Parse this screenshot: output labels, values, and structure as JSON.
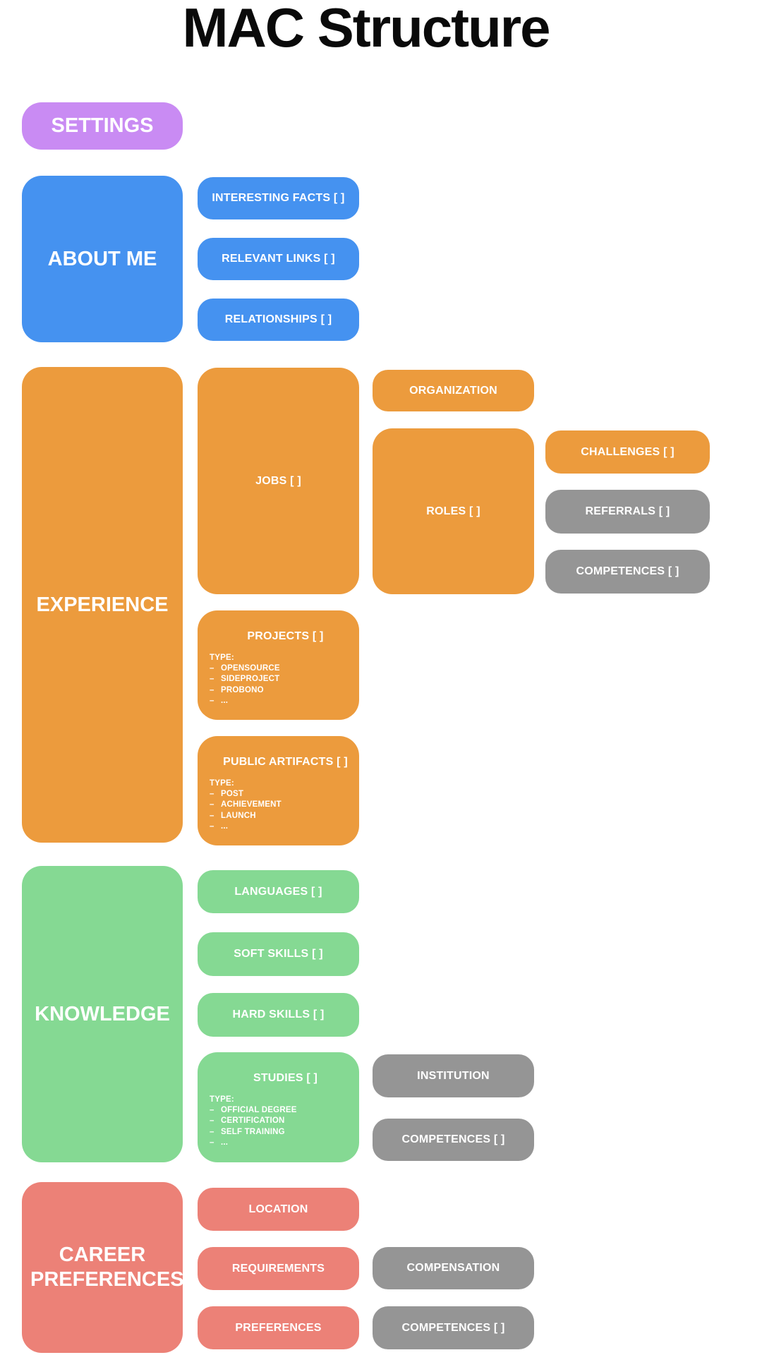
{
  "title": "MAC Structure",
  "colors": {
    "settings": "#C98BF3",
    "about": "#4592F0",
    "experience": "#EC9B3D",
    "knowledge": "#85D993",
    "career": "#EC8177",
    "shared": "#959595",
    "text": "#FFFFFF",
    "title_text": "#0A0A0A",
    "background": "#FFFFFF"
  },
  "list_marker": "–",
  "settings": {
    "label": "SETTINGS"
  },
  "about_me": {
    "label": "ABOUT ME",
    "children": [
      {
        "label": "INTERESTING FACTS [ ]"
      },
      {
        "label": "RELEVANT LINKS [ ]"
      },
      {
        "label": "RELATIONSHIPS [ ]"
      }
    ]
  },
  "experience": {
    "label": "EXPERIENCE",
    "jobs": {
      "label": "JOBS [ ]"
    },
    "organization": {
      "label": "ORGANIZATION"
    },
    "roles": {
      "label": "ROLES [ ]"
    },
    "challenges": {
      "label": "CHALLENGES [ ]"
    },
    "referrals": {
      "label": "REFERRALS [ ]"
    },
    "competences": {
      "label": "COMPETENCES [ ]"
    },
    "projects": {
      "label": "PROJECTS [ ]",
      "list_title": "TYPE:",
      "items": [
        "OPENSOURCE",
        "SIDEPROJECT",
        "PROBONO",
        "..."
      ]
    },
    "public_artifacts": {
      "label": "PUBLIC ARTIFACTS [ ]",
      "list_title": "TYPE:",
      "items": [
        "POST",
        "ACHIEVEMENT",
        "LAUNCH",
        "..."
      ]
    }
  },
  "knowledge": {
    "label": "KNOWLEDGE",
    "languages": {
      "label": "LANGUAGES [ ]"
    },
    "soft_skills": {
      "label": "SOFT SKILLS [ ]"
    },
    "hard_skills": {
      "label": "HARD SKILLS [ ]"
    },
    "studies": {
      "label": "STUDIES [ ]",
      "list_title": "TYPE:",
      "items": [
        "OFFICIAL DEGREE",
        "CERTIFICATION",
        "SELF TRAINING",
        "..."
      ]
    },
    "institution": {
      "label": "INSTITUTION"
    },
    "competences": {
      "label": "COMPETENCES [ ]"
    }
  },
  "career_preferences": {
    "label": "CAREER PREFERENCES",
    "location": {
      "label": "LOCATION"
    },
    "requirements": {
      "label": "REQUIREMENTS"
    },
    "preferences": {
      "label": "PREFERENCES"
    },
    "compensation": {
      "label": "COMPENSATION"
    },
    "competences": {
      "label": "COMPETENCES [ ]"
    }
  }
}
